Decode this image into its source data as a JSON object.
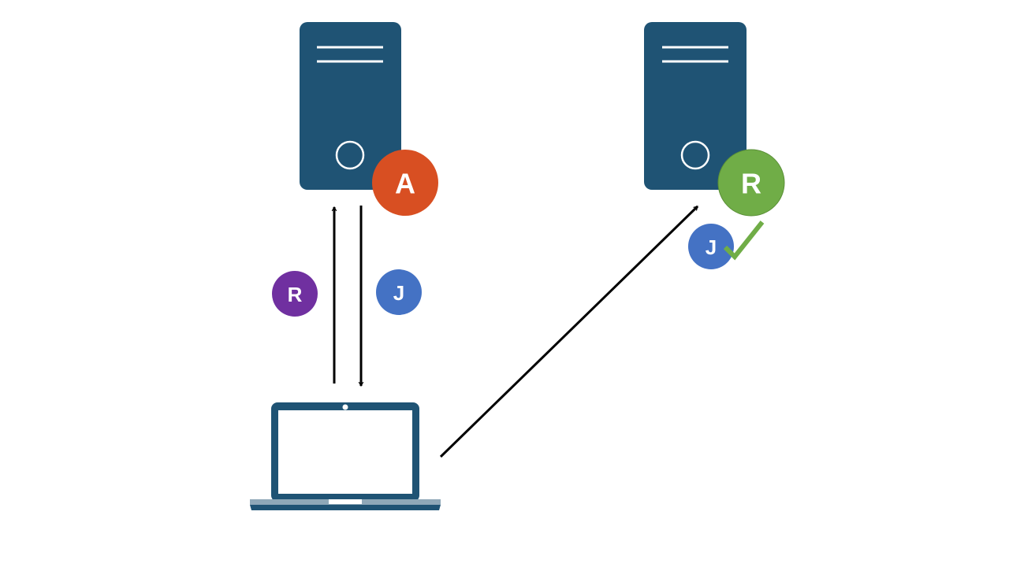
{
  "colors": {
    "server": "#1f5374",
    "laptop": "#1f5374",
    "laptop_base": "#8fa8b8",
    "arrow": "#000000",
    "badge_a": "#d84f22",
    "badge_r_server": "#70ad47",
    "badge_r_token": "#7030a0",
    "badge_j": "#4472c4",
    "check": "#70ad47"
  },
  "servers": [
    {
      "name": "server-left",
      "badge": {
        "label": "A",
        "color_key": "badge_a"
      }
    },
    {
      "name": "server-right",
      "badge": {
        "label": "R",
        "color_key": "badge_r_server"
      }
    }
  ],
  "tokens": {
    "r_token": {
      "label": "R"
    },
    "j_token": {
      "label": "J"
    },
    "j_verified": {
      "label": "J",
      "status_icon": "checkmark-icon"
    }
  },
  "icons": {
    "server": "server-icon",
    "laptop": "laptop-icon"
  }
}
